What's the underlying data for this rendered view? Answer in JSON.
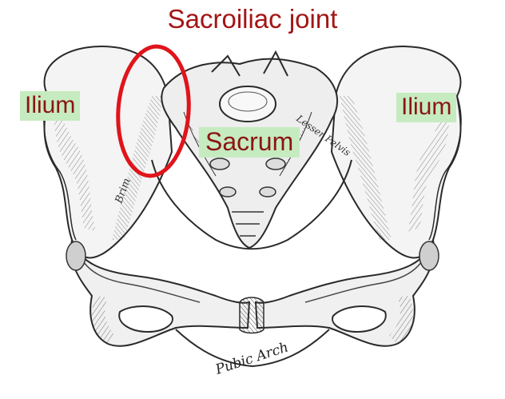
{
  "figure": {
    "title": "Sacroiliac joint",
    "labels": {
      "ilium_left": "Ilium",
      "ilium_right": "Ilium",
      "sacrum": "Sacrum"
    },
    "engraving_text": {
      "brim": "Brim",
      "lesser_pelvis": "Lesser Pelvis",
      "pubic_arch": "Pubic Arch"
    },
    "highlight": {
      "shape": "ellipse",
      "color": "#e0141b",
      "marks": "Sacroiliac joint"
    },
    "colors": {
      "title_text": "#a31515",
      "label_text": "#8b1512",
      "label_background": "#c6ebc0",
      "bone_shading": "#3a3a3a"
    }
  }
}
